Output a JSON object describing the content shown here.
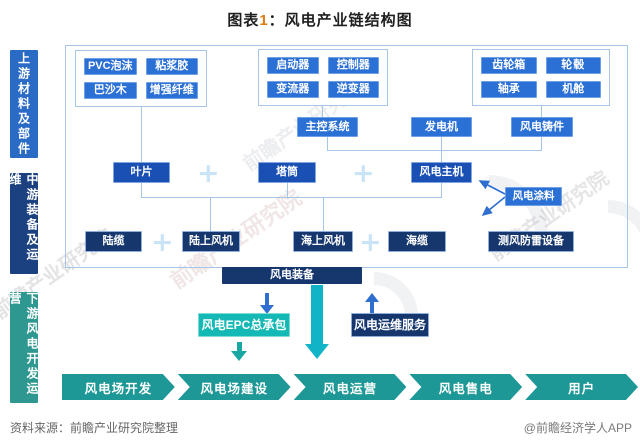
{
  "title": {
    "prefix": "图表",
    "number": "1",
    "suffix": "：风电产业链结构图"
  },
  "sidebar": {
    "upstream": "上游材料及部件",
    "midstream": "中游装备及运维",
    "downstream": "下游风电开发运营"
  },
  "groups": {
    "blade_materials": [
      "PVC泡沫",
      "粘浆胶",
      "巴沙木",
      "增强纤维"
    ],
    "electrical_parts": [
      "启动器",
      "控制器",
      "变流器",
      "逆变器"
    ],
    "mechanical_parts": [
      "齿轮箱",
      "轮毂",
      "轴承",
      "机舱"
    ]
  },
  "nodes": {
    "main_control_system": "主控系统",
    "generator": "发电机",
    "wind_castings": "风电铸件",
    "blade": "叶片",
    "tower": "塔筒",
    "wind_mainframe": "风电主机",
    "wind_coating": "风电涂料",
    "land_cable": "陆缆",
    "onshore_turbine": "陆上风机",
    "offshore_turbine": "海上风机",
    "sea_cable": "海缆",
    "wind_lightning_equipment": "测风防雷设备",
    "wind_equipment": "风电装备",
    "epc_contracting": "风电EPC总承包",
    "om_service": "风电运维服务",
    "plus": "+"
  },
  "flow_steps": [
    "风电场开发",
    "风电场建设",
    "风电运营",
    "风电售电",
    "用户"
  ],
  "footer": {
    "source": "资料来源：前瞻产业研究院整理",
    "credit": "@前瞻经济学人APP"
  },
  "watermark": {
    "text": "前瞻产业研究院"
  },
  "colors": {
    "medium_blue": "#2B70D5",
    "royal_blue": "#1A50B4",
    "navy": "#16376E",
    "teal_epc": "#14B8B4",
    "cyan_arrow": "#10B4C6",
    "flow_teal": "#1E9896",
    "line_blue": "#A6C6E8",
    "plus_blue": "#C9E4F7",
    "sidebar_upstream": "#2A6BC6",
    "sidebar_midstream": "#1C4181",
    "sidebar_downstream": "#2E978F",
    "title_number_orange": "#E07B10"
  }
}
